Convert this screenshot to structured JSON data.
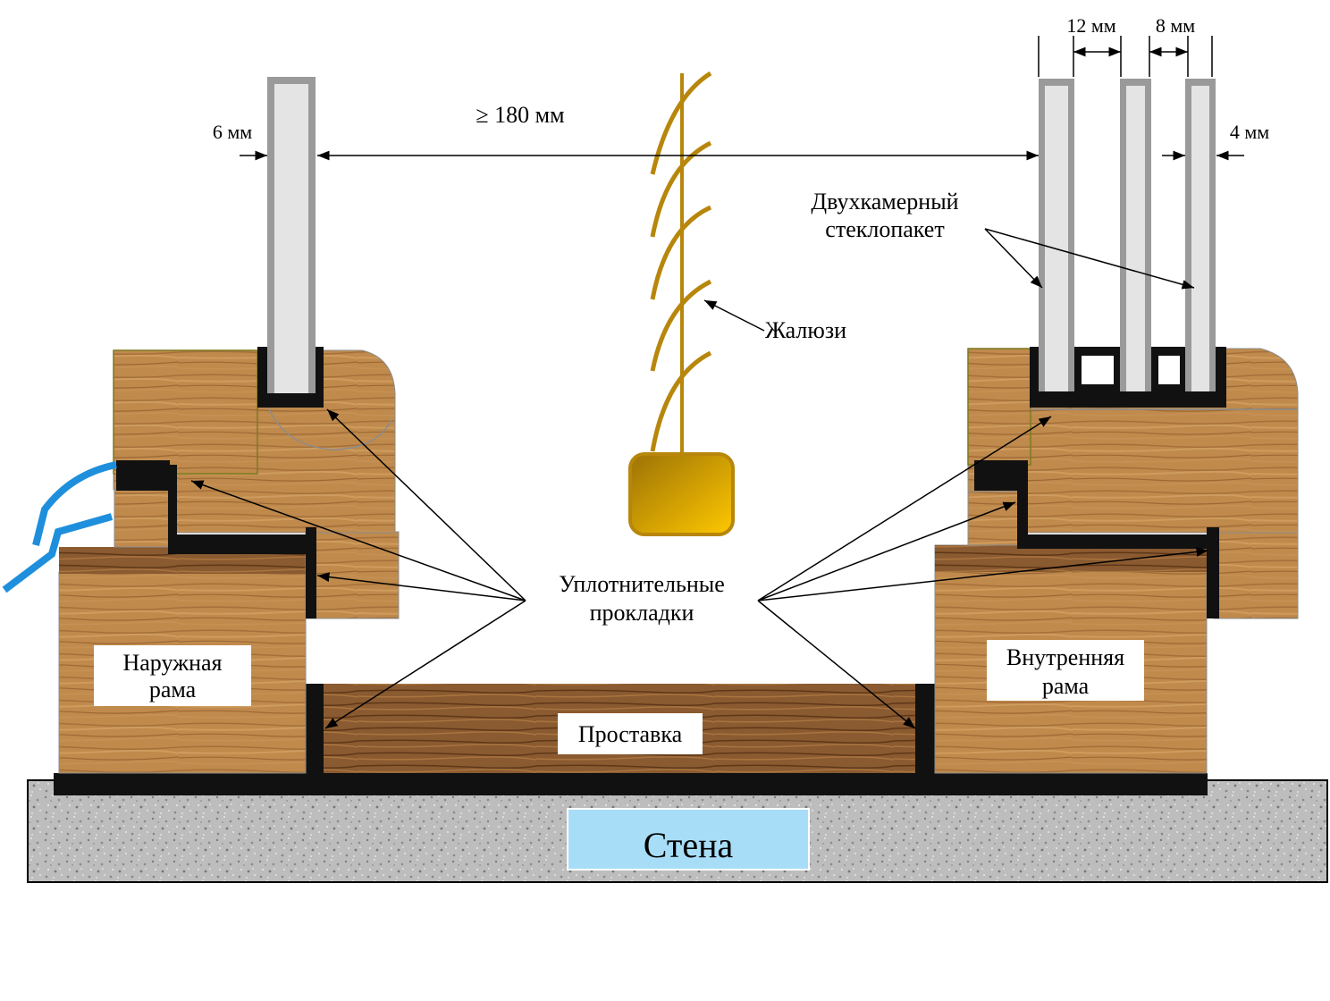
{
  "labels": {
    "dim_6": "6 мм",
    "dim_180": "≥ 180 мм",
    "dim_12": "12 мм",
    "dim_8": "8 мм",
    "dim_4": "4 мм",
    "double_glazing_line1": "Двухкамерный",
    "double_glazing_line2": "стеклопакет",
    "blinds": "Жалюзи",
    "seals_line1": "Уплотнительные",
    "seals_line2": "прокладки",
    "outer_frame_line1": "Наружная",
    "outer_frame_line2": "рама",
    "inner_frame_line1": "Внутренняя",
    "inner_frame_line2": "рама",
    "spacer": "Проставка",
    "wall": "Стена"
  },
  "colors": {
    "wood": "#b98546",
    "wood_dark": "#7a4a22",
    "glass": "#e4e4e4",
    "glass_edge": "#9a9a9a",
    "seal": "#111111",
    "blind": "#b7860b",
    "weight": "#d9a406",
    "drip": "#1e8fdc",
    "wall": "#bdbdbd",
    "wall_label_bg": "#a8ddf7"
  }
}
